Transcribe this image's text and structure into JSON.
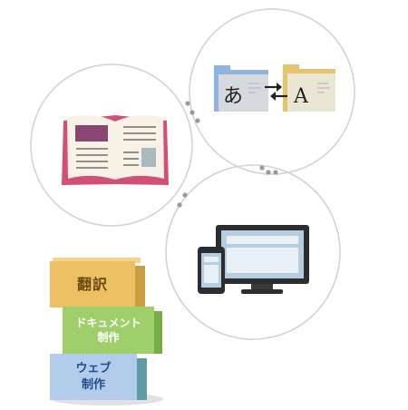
{
  "boxes": {
    "translation": "翻訳",
    "document_line1": "ドキュメント",
    "document_line2": "制作",
    "web_line1": "ウェブ",
    "web_line2": "制作"
  },
  "translation_icon": {
    "source_glyph": "あ",
    "target_glyph": "A"
  },
  "colors": {
    "circle_stroke": "#d2d2d2",
    "dots": "#9a9a9a",
    "box_translation": "#ecc062",
    "box_document": "#9ecf6a",
    "box_web": "#b2cbea"
  }
}
